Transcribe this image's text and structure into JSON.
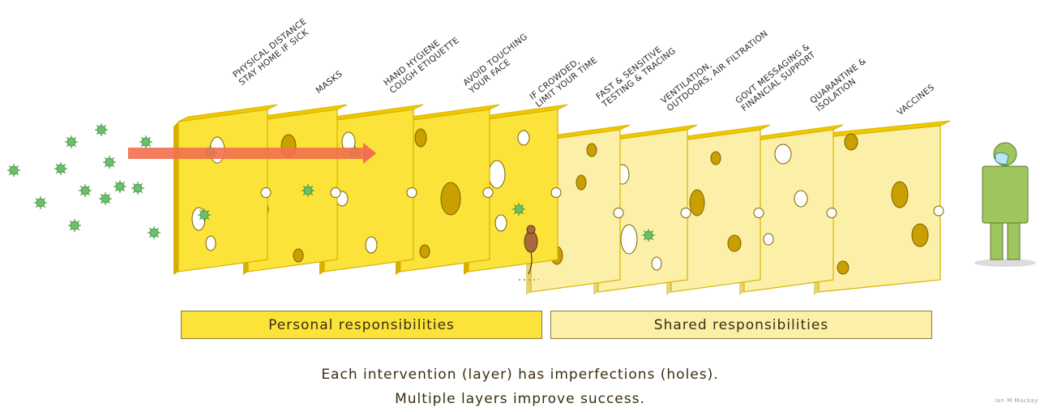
{
  "layers": [
    {
      "lines": [
        "Physical distance",
        "stay home if sick"
      ]
    },
    {
      "lines": [
        "Masks"
      ]
    },
    {
      "lines": [
        "Hand hygiene",
        "cough etiquette"
      ]
    },
    {
      "lines": [
        "Avoid touching",
        "your face"
      ]
    },
    {
      "lines": [
        "If crowded,",
        "limit your time"
      ]
    },
    {
      "lines": [
        "Fast & sensitive",
        "testing & tracing"
      ]
    },
    {
      "lines": [
        "Ventilation,",
        "outdoors, air filtration"
      ]
    },
    {
      "lines": [
        "Govt messaging &",
        "financial support"
      ]
    },
    {
      "lines": [
        "Quarantine &",
        "isolation"
      ]
    },
    {
      "lines": [
        "Vaccines"
      ]
    }
  ],
  "banners": {
    "personal": "Personal responsibilities",
    "shared": "Shared responsibilities"
  },
  "caption": {
    "line1": "Each intervention (layer) has imperfections (holes).",
    "line2": "Multiple layers improve success."
  },
  "credit": "Ian M Mackay",
  "colors": {
    "personal_cheese": "#fbe33a",
    "shared_cheese": "#fcf0a8",
    "cheese_edge": "#d9b400",
    "virus": "#6cc06a",
    "arrow": "#f2704e",
    "person": "#9fc55e"
  },
  "icons": [
    "virus-icon",
    "mouse-icon",
    "person-icon",
    "face-mask-icon",
    "arrow-icon"
  ]
}
